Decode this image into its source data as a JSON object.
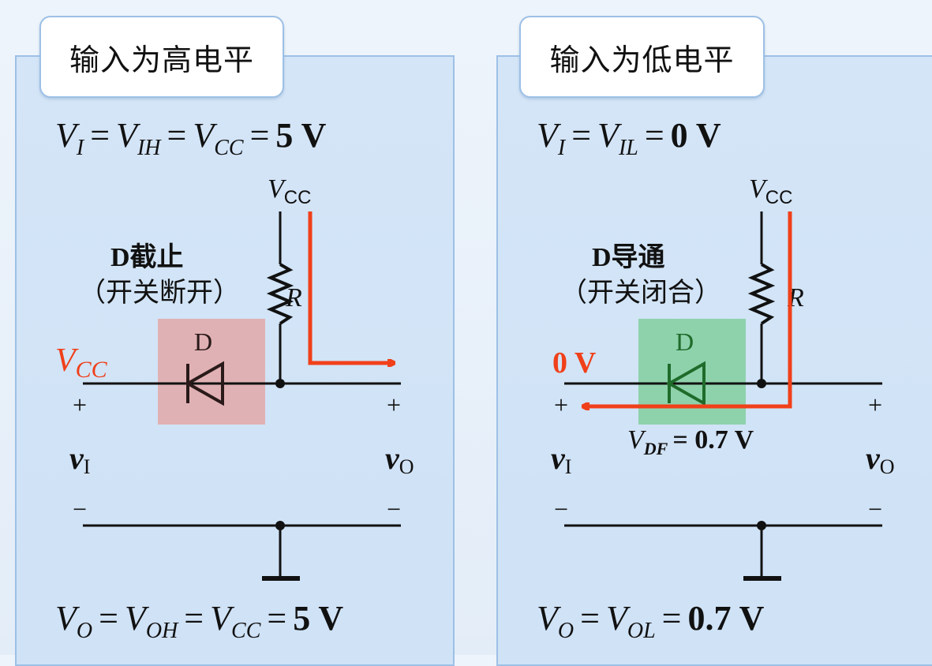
{
  "left": {
    "tab": "输入为高电平",
    "eq_top": {
      "a": "V",
      "a_sub": "I",
      "eq1": "=",
      "b": "V",
      "b_sub": "IH",
      "eq2": "=",
      "c": "V",
      "c_sub": "CC",
      "eq3": "=",
      "val": "5 V"
    },
    "vcc_label": {
      "main": "V",
      "sub": "CC"
    },
    "state_line1": "D截止",
    "state_line2": "（开关断开）",
    "r_label": "R",
    "d_label": "D",
    "input_level": {
      "main": "V",
      "sub": "CC"
    },
    "plus_in": "+",
    "plus_out": "+",
    "vi": {
      "main": "v",
      "sub": "I"
    },
    "vo": {
      "main": "v",
      "sub": "O"
    },
    "minus_in": "−",
    "minus_out": "−",
    "eq_bottom": {
      "a": "V",
      "a_sub": "O",
      "eq1": "=",
      "b": "V",
      "b_sub": "OH",
      "eq2": "=",
      "c": "V",
      "c_sub": "CC",
      "eq3": "=",
      "val": "5 V"
    }
  },
  "right": {
    "tab": "输入为低电平",
    "eq_top": {
      "a": "V",
      "a_sub": "I",
      "eq1": "=",
      "b": "V",
      "b_sub": "IL",
      "eq2": "=",
      "val": "0 V"
    },
    "vcc_label": {
      "main": "V",
      "sub": "CC"
    },
    "state_line1": "D导通",
    "state_line2": "（开关闭合）",
    "r_label": "R",
    "d_label": "D",
    "input_level": "0 V",
    "vdf": {
      "main": "V",
      "sub": "DF",
      "eq": "= 0.7 V"
    },
    "plus_in": "+",
    "plus_out": "+",
    "vi": {
      "main": "v",
      "sub": "I"
    },
    "vo": {
      "main": "v",
      "sub": "O"
    },
    "minus_in": "−",
    "minus_out": "−",
    "eq_bottom": {
      "a": "V",
      "a_sub": "O",
      "eq1": "=",
      "b": "V",
      "b_sub": "OL",
      "eq2": "=",
      "val": "0.7 V"
    }
  },
  "colors": {
    "current_arrow": "#f0401a",
    "red_label": "#f0401a",
    "diode_off_highlight": "#e0b1b4",
    "diode_on_highlight": "#8ed2ac",
    "diode_on_symbol": "#1f6b2a",
    "diode_off_symbol": "#2a1a1a",
    "panel_bg": "#d4e5f7",
    "panel_border": "#9dc0e6"
  }
}
